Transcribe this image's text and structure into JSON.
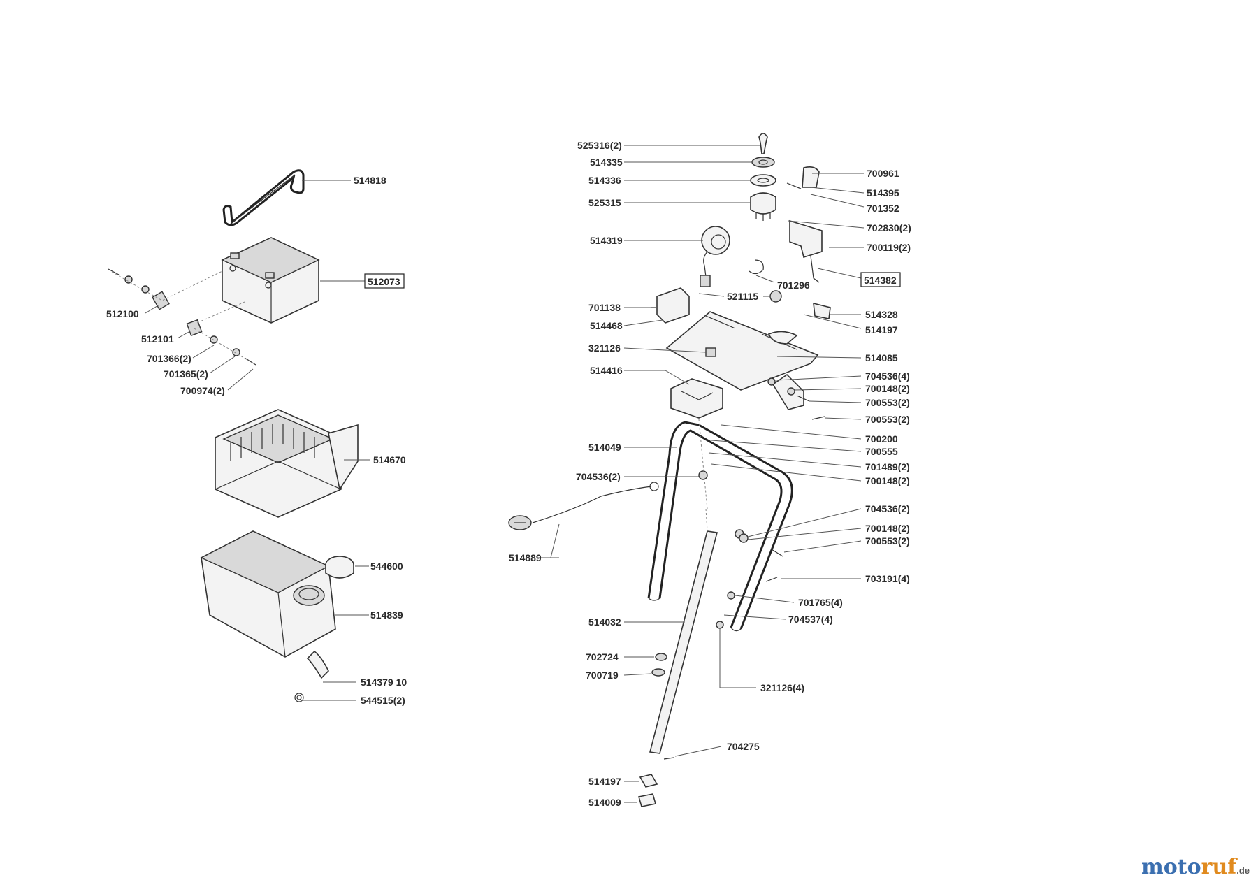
{
  "parts": {
    "p514818": "514818",
    "p512073": "512073",
    "p512100": "512100",
    "p512101": "512101",
    "p701366": "701366(2)",
    "p701365": "701365(2)",
    "p700974": "700974(2)",
    "p514670": "514670",
    "p544600": "544600",
    "p514839": "514839",
    "p514379": "514379 10",
    "p544515": "544515(2)",
    "p525316": "525316(2)",
    "p514335": "514335",
    "p514336": "514336",
    "p525315": "525315",
    "p514319": "514319",
    "p701138": "701138",
    "p514468": "514468",
    "p321126a": "321126",
    "p514416": "514416",
    "p514049": "514049",
    "p704536a": "704536(2)",
    "p514889": "514889",
    "p514032": "514032",
    "p702724": "702724",
    "p700719": "700719",
    "p514197a": "514197",
    "p514009": "514009",
    "p700961": "700961",
    "p514395": "514395",
    "p701352": "701352",
    "p702830": "702830(2)",
    "p700119": "700119(2)",
    "p514382": "514382",
    "p701296": "701296",
    "p521115": "521115",
    "p514328": "514328",
    "p514197b": "514197",
    "p514085": "514085",
    "p704536b": "704536(4)",
    "p700148a": "700148(2)",
    "p700553a": "700553(2)",
    "p700553b": "700553(2)",
    "p700200": "700200",
    "p700555": "700555",
    "p701489": "701489(2)",
    "p700148b": "700148(2)",
    "p704536c": "704536(2)",
    "p700148c": "700148(2)",
    "p700553c": "700553(2)",
    "p703191": "703191(4)",
    "p701765": "701765(4)",
    "p704537": "704537(4)",
    "p321126b": "321126(4)",
    "p704275": "704275"
  },
  "watermark": {
    "brand_a": "moto",
    "brand_b": "ruf",
    "suffix": ".de"
  }
}
